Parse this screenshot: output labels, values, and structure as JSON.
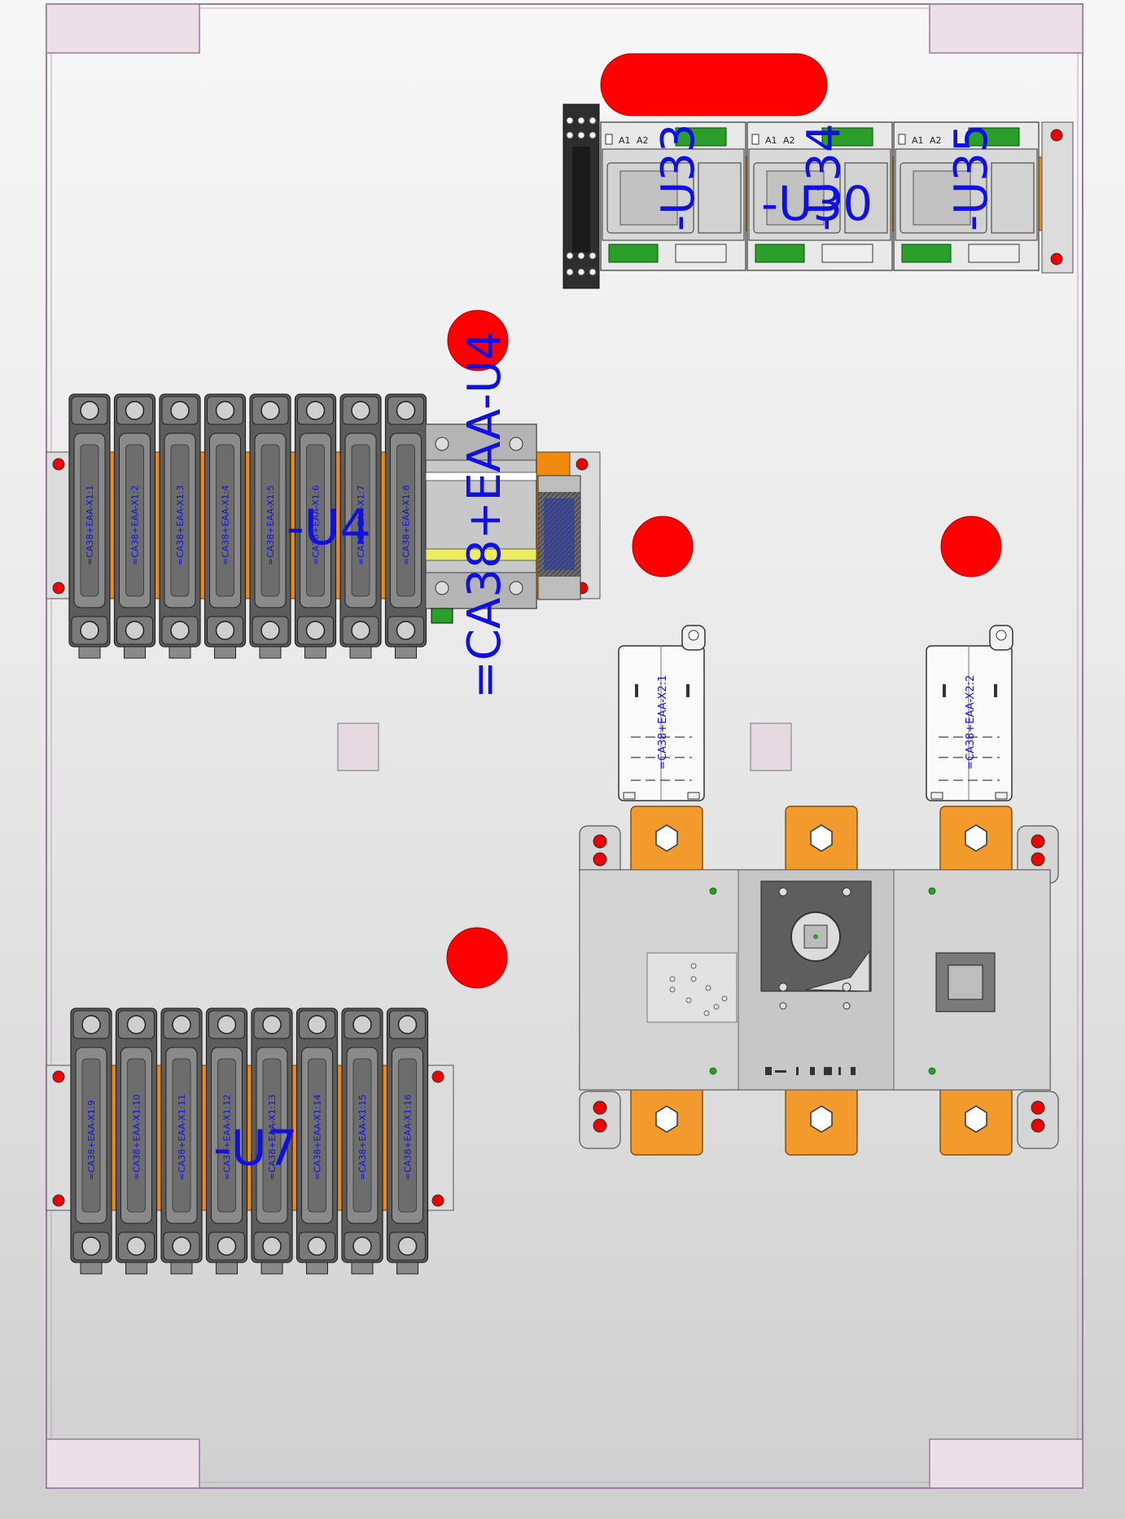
{
  "colors": {
    "panel_border": "#9a7a9a",
    "corner_fill": "#ece0e6",
    "label_blue": "#1010e0",
    "din_rail": "#f08a10",
    "busbar": "#f39a2c",
    "red_marker": "#ff0000",
    "terminal_green": "#2aa02a",
    "device_gray": "#5a5a5a"
  },
  "labels": {
    "relay_u33": "-U33",
    "relay_u34": "-U34",
    "relay_u35": "-U35",
    "relay_u30": "-U30",
    "group_u4": "-U4",
    "group_u7": "-U7",
    "vertical_u4": "=CA38+EAA-U4",
    "x2_1": "=CA38+EAA-X2:1",
    "x2_2": "=CA38+EAA-X2:2",
    "relay_terminal_a1": "A1",
    "relay_terminal_a2": "A2"
  },
  "fuse_row_top": [
    "=CA38+EAA-X1:1",
    "=CA38+EAA-X1:2",
    "=CA38+EAA-X1:3",
    "=CA38+EAA-X1:4",
    "=CA38+EAA-X1:5",
    "=CA38+EAA-X1:6",
    "=CA38+EAA-X1:7",
    "=CA38+EAA-X1:8"
  ],
  "fuse_row_bottom": [
    "=CA38+EAA-X1:9",
    "=CA38+EAA-X1:10",
    "=CA38+EAA-X1:11",
    "=CA38+EAA-X1:12",
    "=CA38+EAA-X1:13",
    "=CA38+EAA-X1:14",
    "=CA38+EAA-X1:15",
    "=CA38+EAA-X1:16"
  ]
}
